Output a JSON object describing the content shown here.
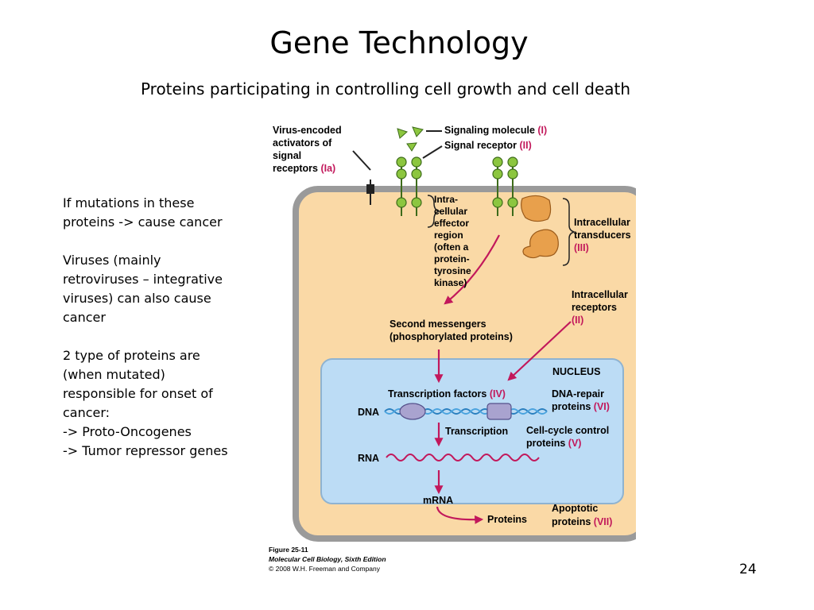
{
  "slide": {
    "title": "Gene Technology",
    "subtitle": "Proteins participating in controlling cell growth and cell death",
    "page_number": "24"
  },
  "notes": {
    "p1": [
      "If mutations in these",
      "proteins -> cause cancer"
    ],
    "p2": [
      "Viruses (mainly",
      "retroviruses – integrative",
      "viruses) can also cause",
      "cancer"
    ],
    "p3": [
      "2 type of proteins are",
      "(when mutated)",
      "responsible for onset of",
      "cancer:",
      "-> Proto-Oncogenes",
      "-> Tumor repressor genes"
    ]
  },
  "figure": {
    "virus_label": [
      "Virus-encoded",
      "activators of",
      "signal",
      "receptors "
    ],
    "virus_roman": "(Ia)",
    "signaling_molecule": "Signaling molecule ",
    "signaling_roman": "(I)",
    "signal_receptor": "Signal receptor ",
    "signal_receptor_roman": "(II)",
    "effector_label": [
      "Intra-",
      "cellular",
      "effector",
      "region",
      "(often a",
      "protein-",
      "tyrosine",
      "kinase)"
    ],
    "transducers_label": [
      "Intracellular",
      "transducers"
    ],
    "transducers_roman": "(III)",
    "intracellular_receptors_label": [
      "Intracellular",
      "receptors"
    ],
    "intracellular_receptors_roman": "(II)",
    "second_messengers": [
      "Second messengers",
      "(phosphorylated proteins)"
    ],
    "nucleus": "NUCLEUS",
    "transcription_factors": "Transcription factors ",
    "transcription_factors_roman": "(IV)",
    "dna_repair": [
      "DNA-repair",
      "proteins "
    ],
    "dna_repair_roman": "(VI)",
    "dna": "DNA",
    "transcription": "Transcription",
    "cell_cycle": [
      "Cell-cycle control",
      "proteins "
    ],
    "cell_cycle_roman": "(V)",
    "rna": "RNA",
    "mrna": "mRNA",
    "proteins": "Proteins",
    "apoptotic": [
      "Apoptotic",
      "proteins "
    ],
    "apoptotic_roman": "(VII)",
    "caption": [
      "Figure 25-11",
      "Molecular Cell Biology, Sixth Edition",
      "© 2008 W.H. Freeman and Company"
    ]
  },
  "colors": {
    "cell_fill": "#fad9a6",
    "cell_border": "#9a9a9a",
    "nucleus_fill": "#bcdcf5",
    "arrow": "#c2185b",
    "roman": "#c2185b",
    "receptor": "#8cc63f",
    "transducer": "#e8a04c"
  }
}
